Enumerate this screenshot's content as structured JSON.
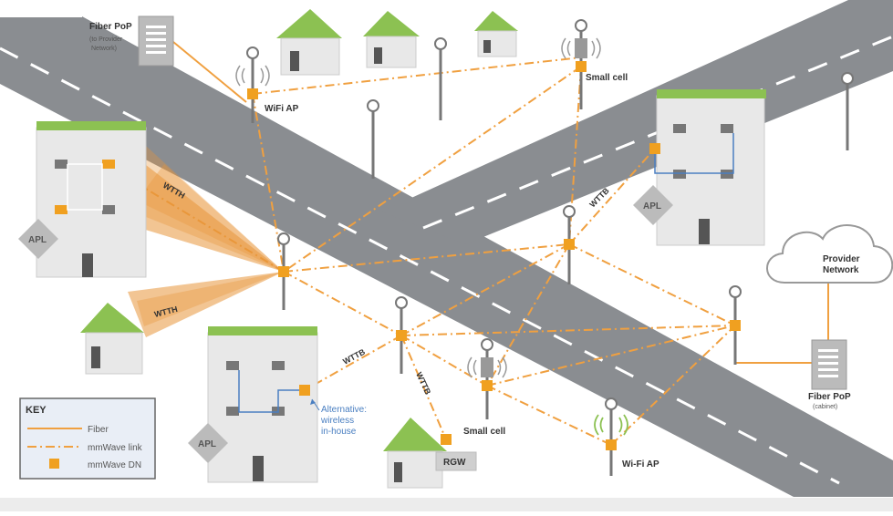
{
  "labels": {
    "fiber_pop_top": "Fiber PoP",
    "fiber_pop_top_sub1": "(to Provider",
    "fiber_pop_top_sub2": "Network)",
    "wifi_ap_top": "WiFi AP",
    "small_cell_top": "Small cell",
    "small_cell_bottom": "Small cell",
    "wifi_ap_bottom": "Wi-Fi AP",
    "provider_network_1": "Provider",
    "provider_network_2": "Network",
    "fiber_pop_cabinet": "Fiber PoP",
    "fiber_pop_cabinet_sub": "(cabinet)",
    "rgw": "RGW",
    "apl_left": "APL",
    "apl_right": "APL",
    "apl_bottom": "APL",
    "wtth_upper": "WTTH",
    "wtth_lower": "WTTH",
    "wttb_center": "WTTB",
    "wttb_right": "WTTB",
    "wttb_down": "WTTB",
    "alt_1": "Alternative:",
    "alt_2": "wireless",
    "alt_3": "in-house"
  },
  "key": {
    "title": "KEY",
    "items": [
      {
        "label": "Fiber"
      },
      {
        "label": "mmWave link"
      },
      {
        "label": "mmWave DN"
      }
    ]
  },
  "colors": {
    "fiber": "#f0a040",
    "mmwave": "#f0a040",
    "node": "#f0a020",
    "road": "#8a8d91",
    "roof": "#8cc152",
    "building": "#e8e8e8",
    "inhouse": "#4a7fc1"
  }
}
